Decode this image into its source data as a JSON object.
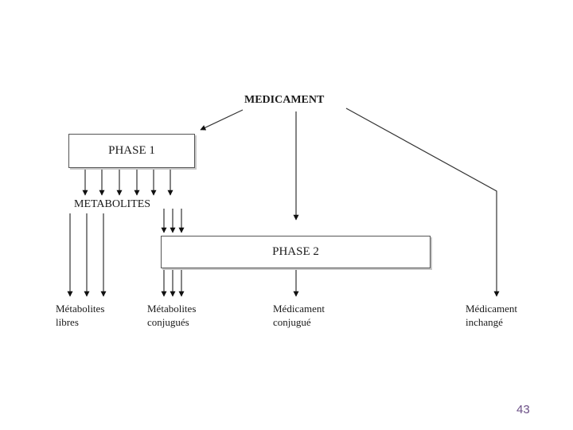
{
  "diagram": {
    "drug": "MEDICAMENT",
    "phase1": "PHASE 1",
    "metabolites": "METABOLITES",
    "phase2": "PHASE 2",
    "outcomes": [
      {
        "line1": "Métabolites",
        "line2": "libres"
      },
      {
        "line1": "Métabolites",
        "line2": "conjugués"
      },
      {
        "line1": "Médicament",
        "line2": "conjugué"
      },
      {
        "line1": "Médicament",
        "line2": "inchangé"
      }
    ]
  },
  "page_number": "43"
}
